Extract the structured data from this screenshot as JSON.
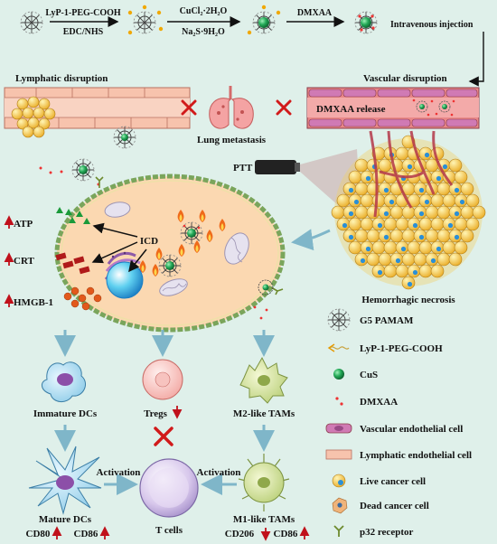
{
  "synthesis": {
    "step1_top": "LyP-1-PEG-COOH",
    "step1_bottom": "EDC/NHS",
    "step2_top": "CuCl₂·2H₂O",
    "step2_bottom": "Na₂S·9H₂O",
    "step3": "DMXAA",
    "step4": "Intravenous injection"
  },
  "top_panel": {
    "lymphatic": "Lymphatic disruption",
    "vascular": "Vascular disruption",
    "release": "DMXAA release",
    "lung": "Lung metastasis"
  },
  "tumor": {
    "ptt": "PTT",
    "necrosis": "Hemorrhagic necrosis"
  },
  "cell": {
    "icd": "ICD",
    "atp": "ATP",
    "crt": "CRT",
    "hmgb": "HMGB-1"
  },
  "immune": {
    "immature": "Immature DCs",
    "tregs": "Tregs",
    "m2": "M2-like TAMs",
    "mature": "Mature DCs",
    "tcells": "T cells",
    "m1": "M1-like TAMs",
    "activation_left": "Activation",
    "activation_right": "Activation",
    "cd80_left": "CD80",
    "cd86_left": "CD86",
    "cd206": "CD206",
    "cd86_right": "CD86"
  },
  "legend": [
    {
      "icon": "dendrimer-icon",
      "label": "G5 PAMAM"
    },
    {
      "icon": "peptide-icon",
      "label": "LyP-1-PEG-COOH"
    },
    {
      "icon": "cus-icon",
      "label": "CuS"
    },
    {
      "icon": "dmxaa-icon",
      "label": "DMXAA"
    },
    {
      "icon": "vascular-cell-icon",
      "label": "Vascular endothelial cell"
    },
    {
      "icon": "lymphatic-cell-icon",
      "label": "Lymphatic endothelial cell"
    },
    {
      "icon": "live-cell-icon",
      "label": "Live cancer cell"
    },
    {
      "icon": "dead-cell-icon",
      "label": "Dead cancer cell"
    },
    {
      "icon": "receptor-icon",
      "label": "p32 receptor"
    }
  ],
  "colors": {
    "background": "#dff0ea",
    "arrow_up": "#c0111b",
    "vessel": "#e98788",
    "lymph": "#f4b7a0",
    "tumor_cell": "#f4c542",
    "cus": "#23a957",
    "cell_body": "#fad9b1"
  }
}
